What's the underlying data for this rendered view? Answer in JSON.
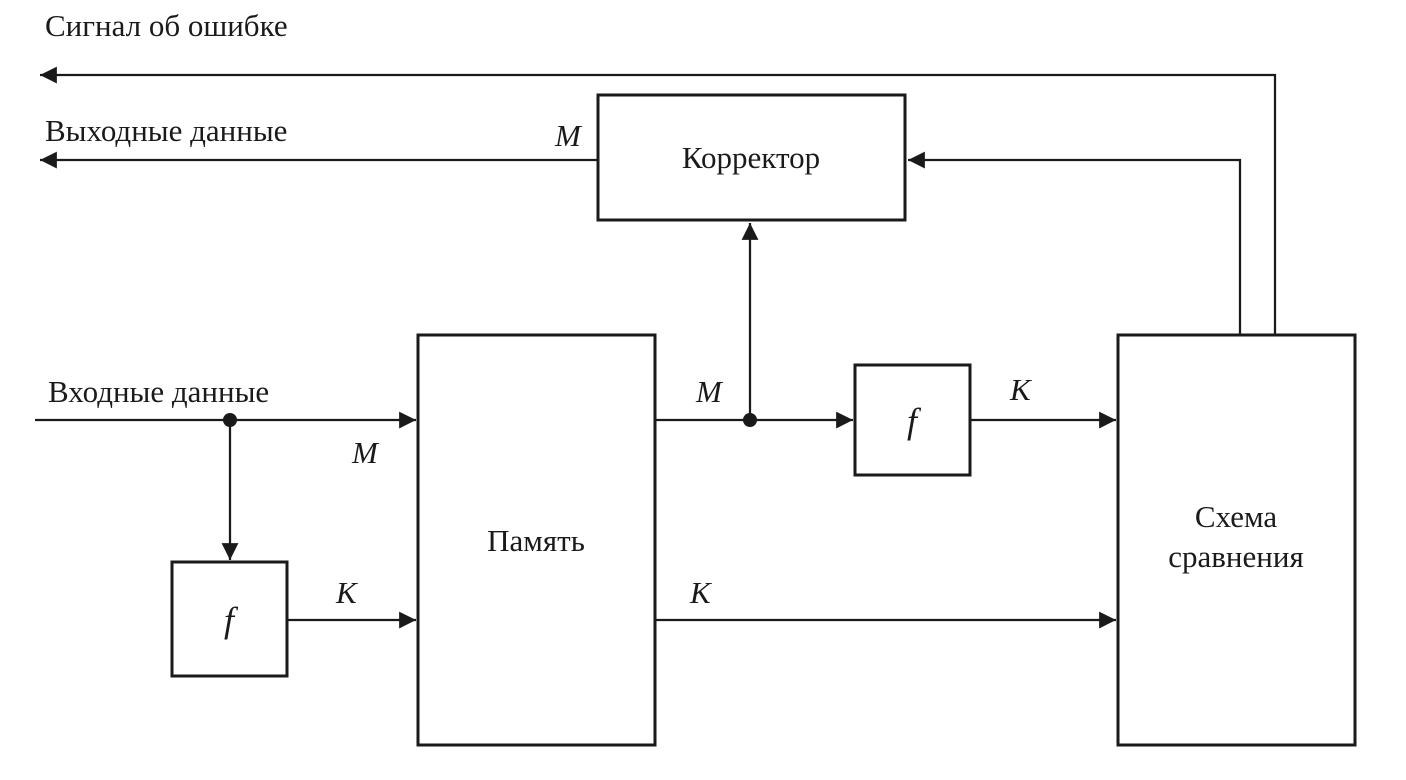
{
  "colors": {
    "stroke": "#1a1a1a",
    "background": "#ffffff"
  },
  "labels": {
    "error_signal": "Сигнал об ошибке",
    "output_data": "Выходные данные",
    "input_data": "Входные данные"
  },
  "blocks": {
    "corrector": "Корректор",
    "memory": "Память",
    "comparator_line1": "Схема",
    "comparator_line2": "сравнения",
    "encoder_function": "f"
  },
  "signal_labels": {
    "M": "M",
    "K": "K"
  }
}
